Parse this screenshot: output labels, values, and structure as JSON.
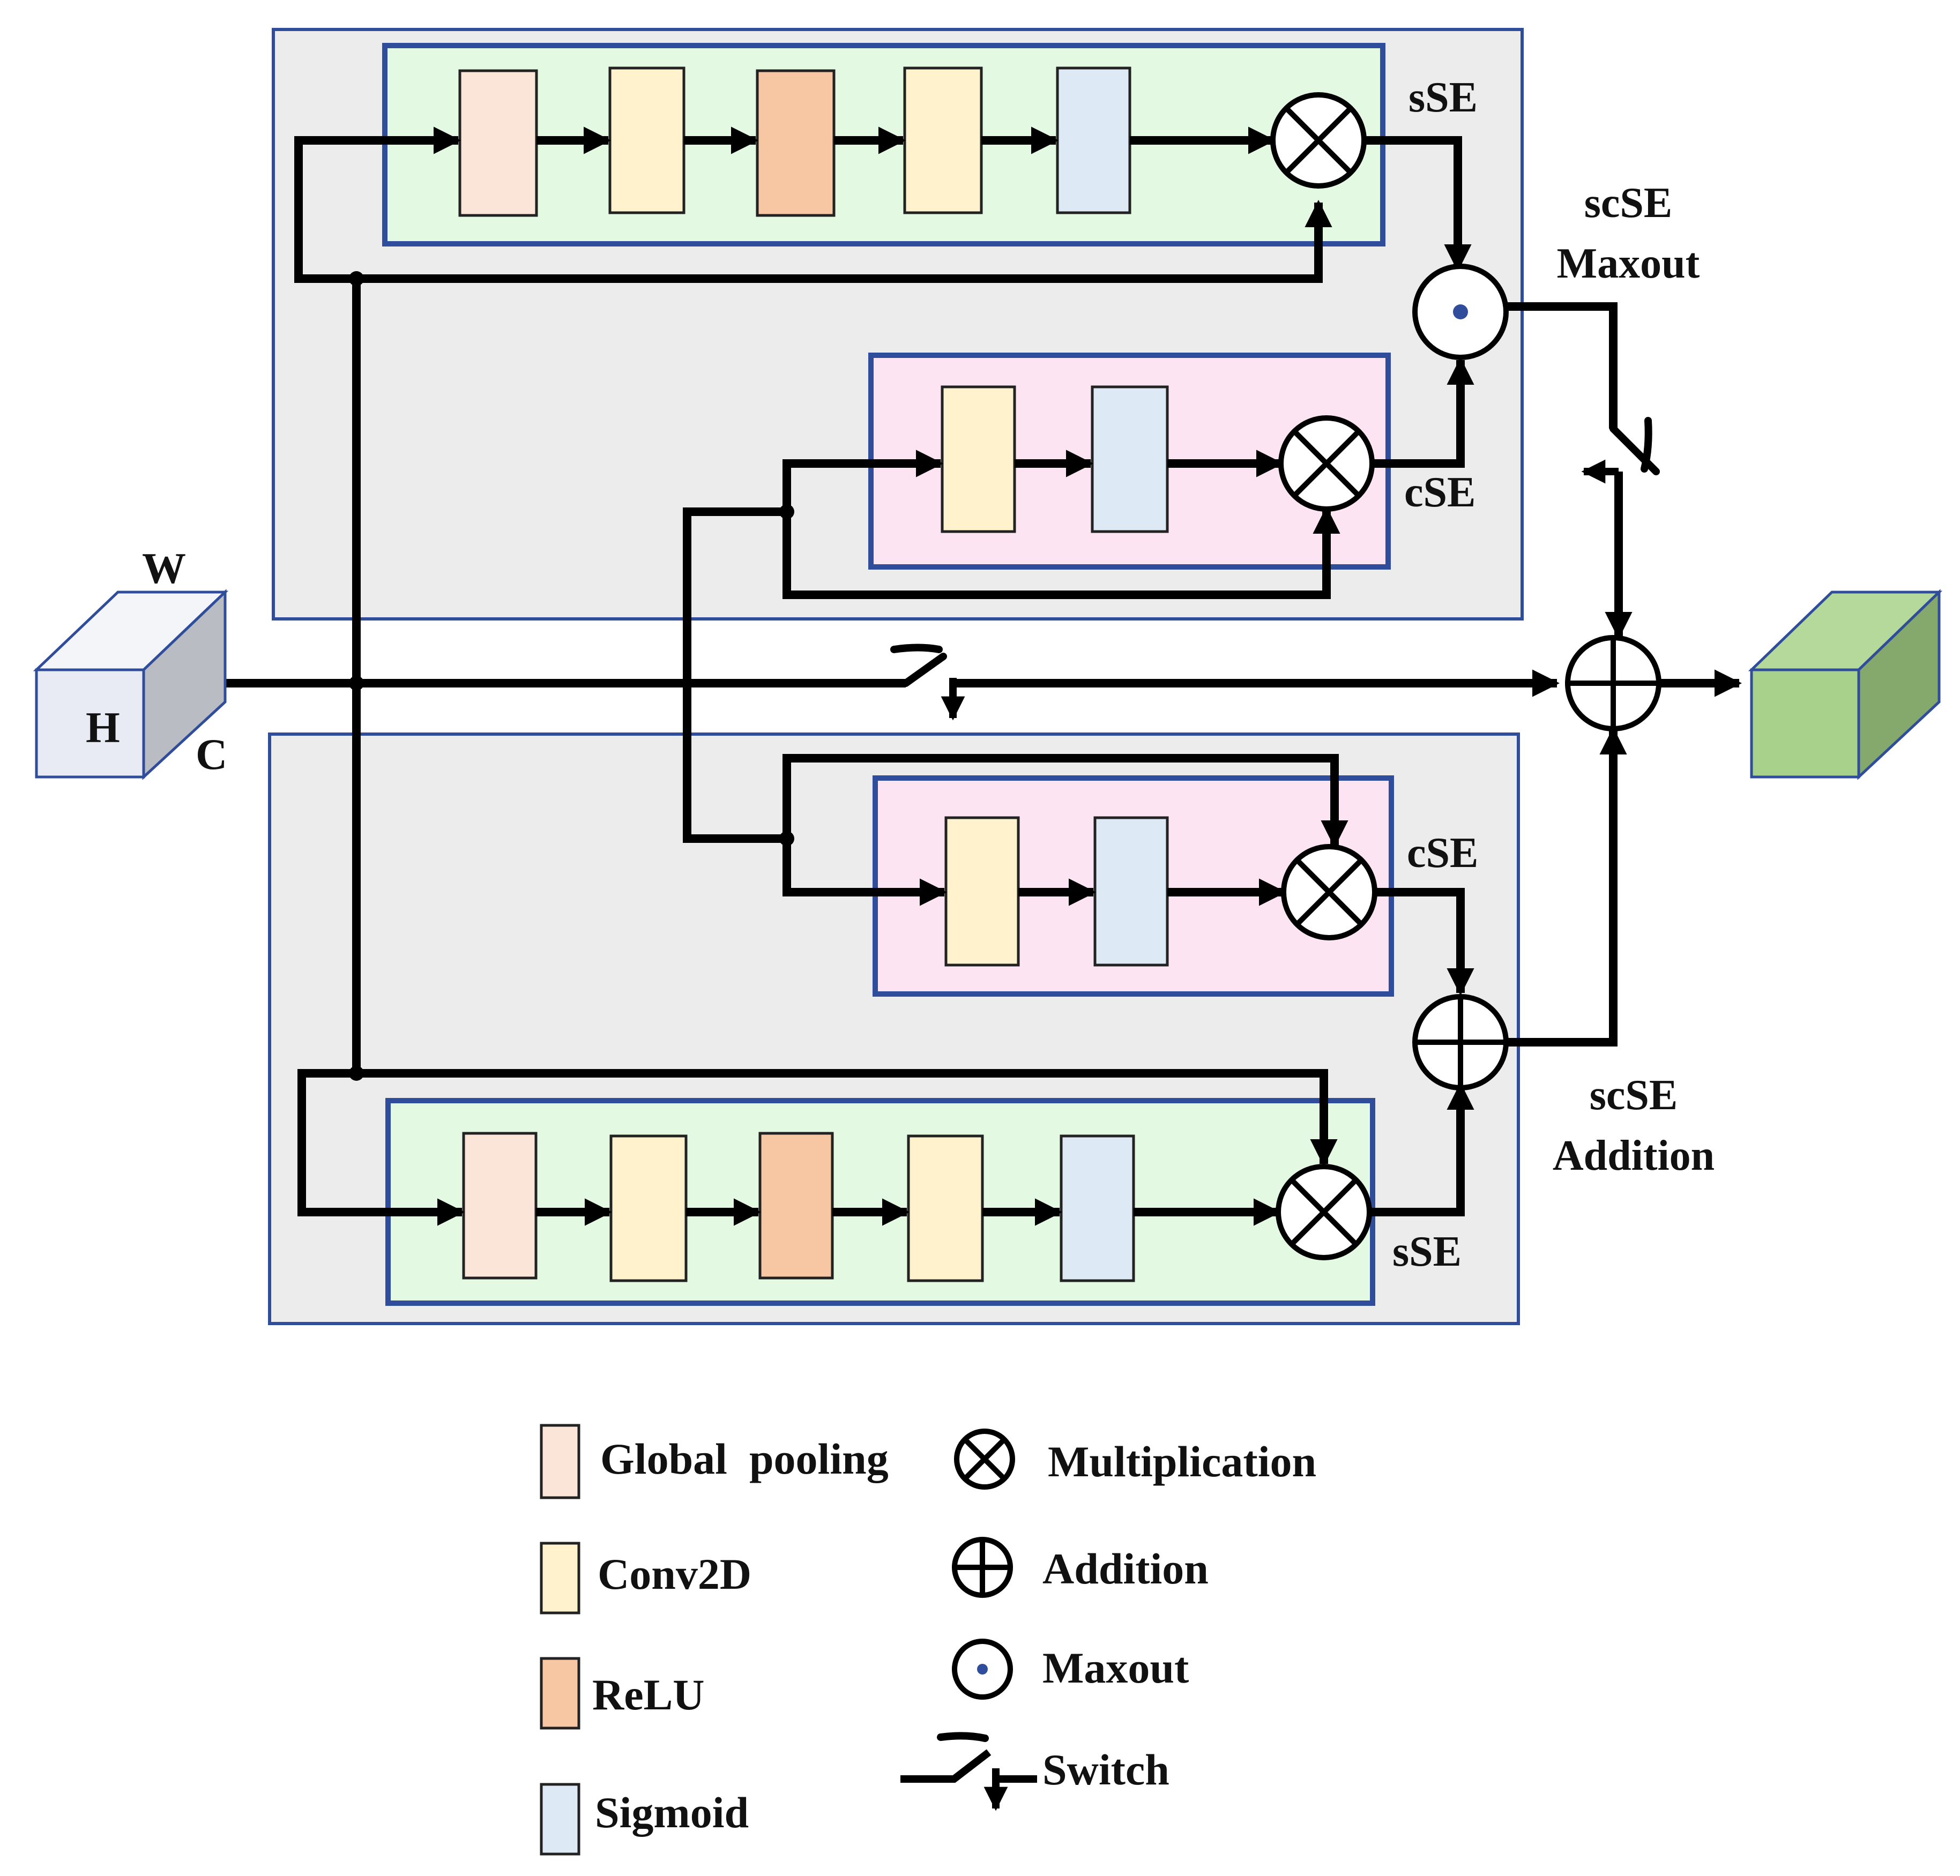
{
  "colors": {
    "panel_gray": "#ececec",
    "sse_green": "#e4f9e2",
    "cse_pink": "#fde4f2",
    "box_border": "#2f4d9a",
    "global_pooling": "#fbe5d8",
    "conv2d": "#fff2cd",
    "relu": "#f7c6a3",
    "sigmoid": "#dde9f5",
    "input_face": "#e8ebf3",
    "input_side": "#b9bcc2",
    "output_front": "#a8d18c",
    "output_top": "#b5d99b",
    "output_side": "#85a96d",
    "line": "#000000"
  },
  "input_tensor": {
    "w_label": "W",
    "h_label": "H",
    "c_label": "C"
  },
  "top_module": {
    "sse_label": "sSE",
    "cse_label": "cSE",
    "combine_label_line1": "scSE",
    "combine_label_line2": "Maxout"
  },
  "bottom_module": {
    "sse_label": "sSE",
    "cse_label": "cSE",
    "combine_label_line1": "scSE",
    "combine_label_line2": "Addition"
  },
  "legend": {
    "global_pooling": "Global  pooling",
    "conv2d": "Conv2D",
    "relu": "ReLU",
    "sigmoid": "Sigmoid",
    "multiplication": "Multiplication",
    "addition": "Addition",
    "maxout": "Maxout",
    "switch": "Switch"
  },
  "icons": {
    "multiplication": "circled-times-icon",
    "addition": "circled-plus-icon",
    "maxout": "circled-dot-icon",
    "switch": "switch-icon"
  }
}
